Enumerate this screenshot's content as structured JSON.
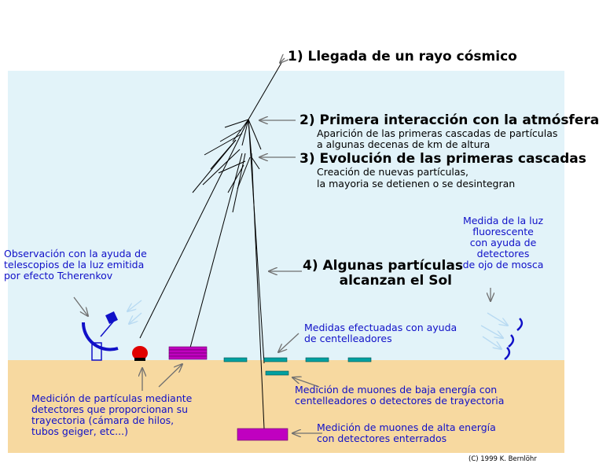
{
  "colors": {
    "sky": "#e2f3f9",
    "ground": "#f7d9a0",
    "shower_line": "#000000",
    "arrow": "#707070",
    "light_arrow": "#b8daf2",
    "detector_teal": "#00a0a0",
    "detector_magenta": "#c000c0",
    "detector_red": "#e00000",
    "telescope_blue": "#1010c8",
    "label_blue": "#1010c8"
  },
  "steps": {
    "s1": {
      "title": "1) Llegada de un rayo cósmico"
    },
    "s2": {
      "title": "2) Primera interacción con la atmósfera",
      "line1": "Aparición de las primeras cascadas de partículas",
      "line2": "a algunas decenas de km de altura"
    },
    "s3": {
      "title": "3) Evolución de las primeras cascadas",
      "line1": "Creación de nuevas partículas,",
      "line2": "la mayoria se detienen o se desintegran"
    },
    "s4": {
      "line1": "4) Algunas partículas",
      "line2": "alcanzan el Sol"
    }
  },
  "notes": {
    "cherenkov": {
      "line1": "Observación con la ayuda de",
      "line2": "telescopios de la luz emitida",
      "line3": "por efecto Tcherenkov"
    },
    "fluorescence": {
      "line1": "Medida de la luz",
      "line2": "fluorescente",
      "line3": "con ayuda de",
      "line4": "detectores",
      "line5": "de ojo de mosca"
    },
    "scintillators": {
      "line1": "Medidas efectuadas con ayuda",
      "line2": "de centelleadores"
    },
    "tracking": {
      "line1": "Medición de partículas mediante",
      "line2": "detectores que proporcionan su",
      "line3": "trayectoria (cámara de hilos,",
      "line4": "tubos geiger, etc...)"
    },
    "low_muons": {
      "line1": "Medición de muones de baja energía con",
      "line2": "centelleadores o detectores de trayectoria"
    },
    "high_muons": {
      "line1": "Medición de muones de alta energía",
      "line2": "con detectores enterrados"
    }
  },
  "copyright": "(C) 1999 K. Bernlöhr"
}
